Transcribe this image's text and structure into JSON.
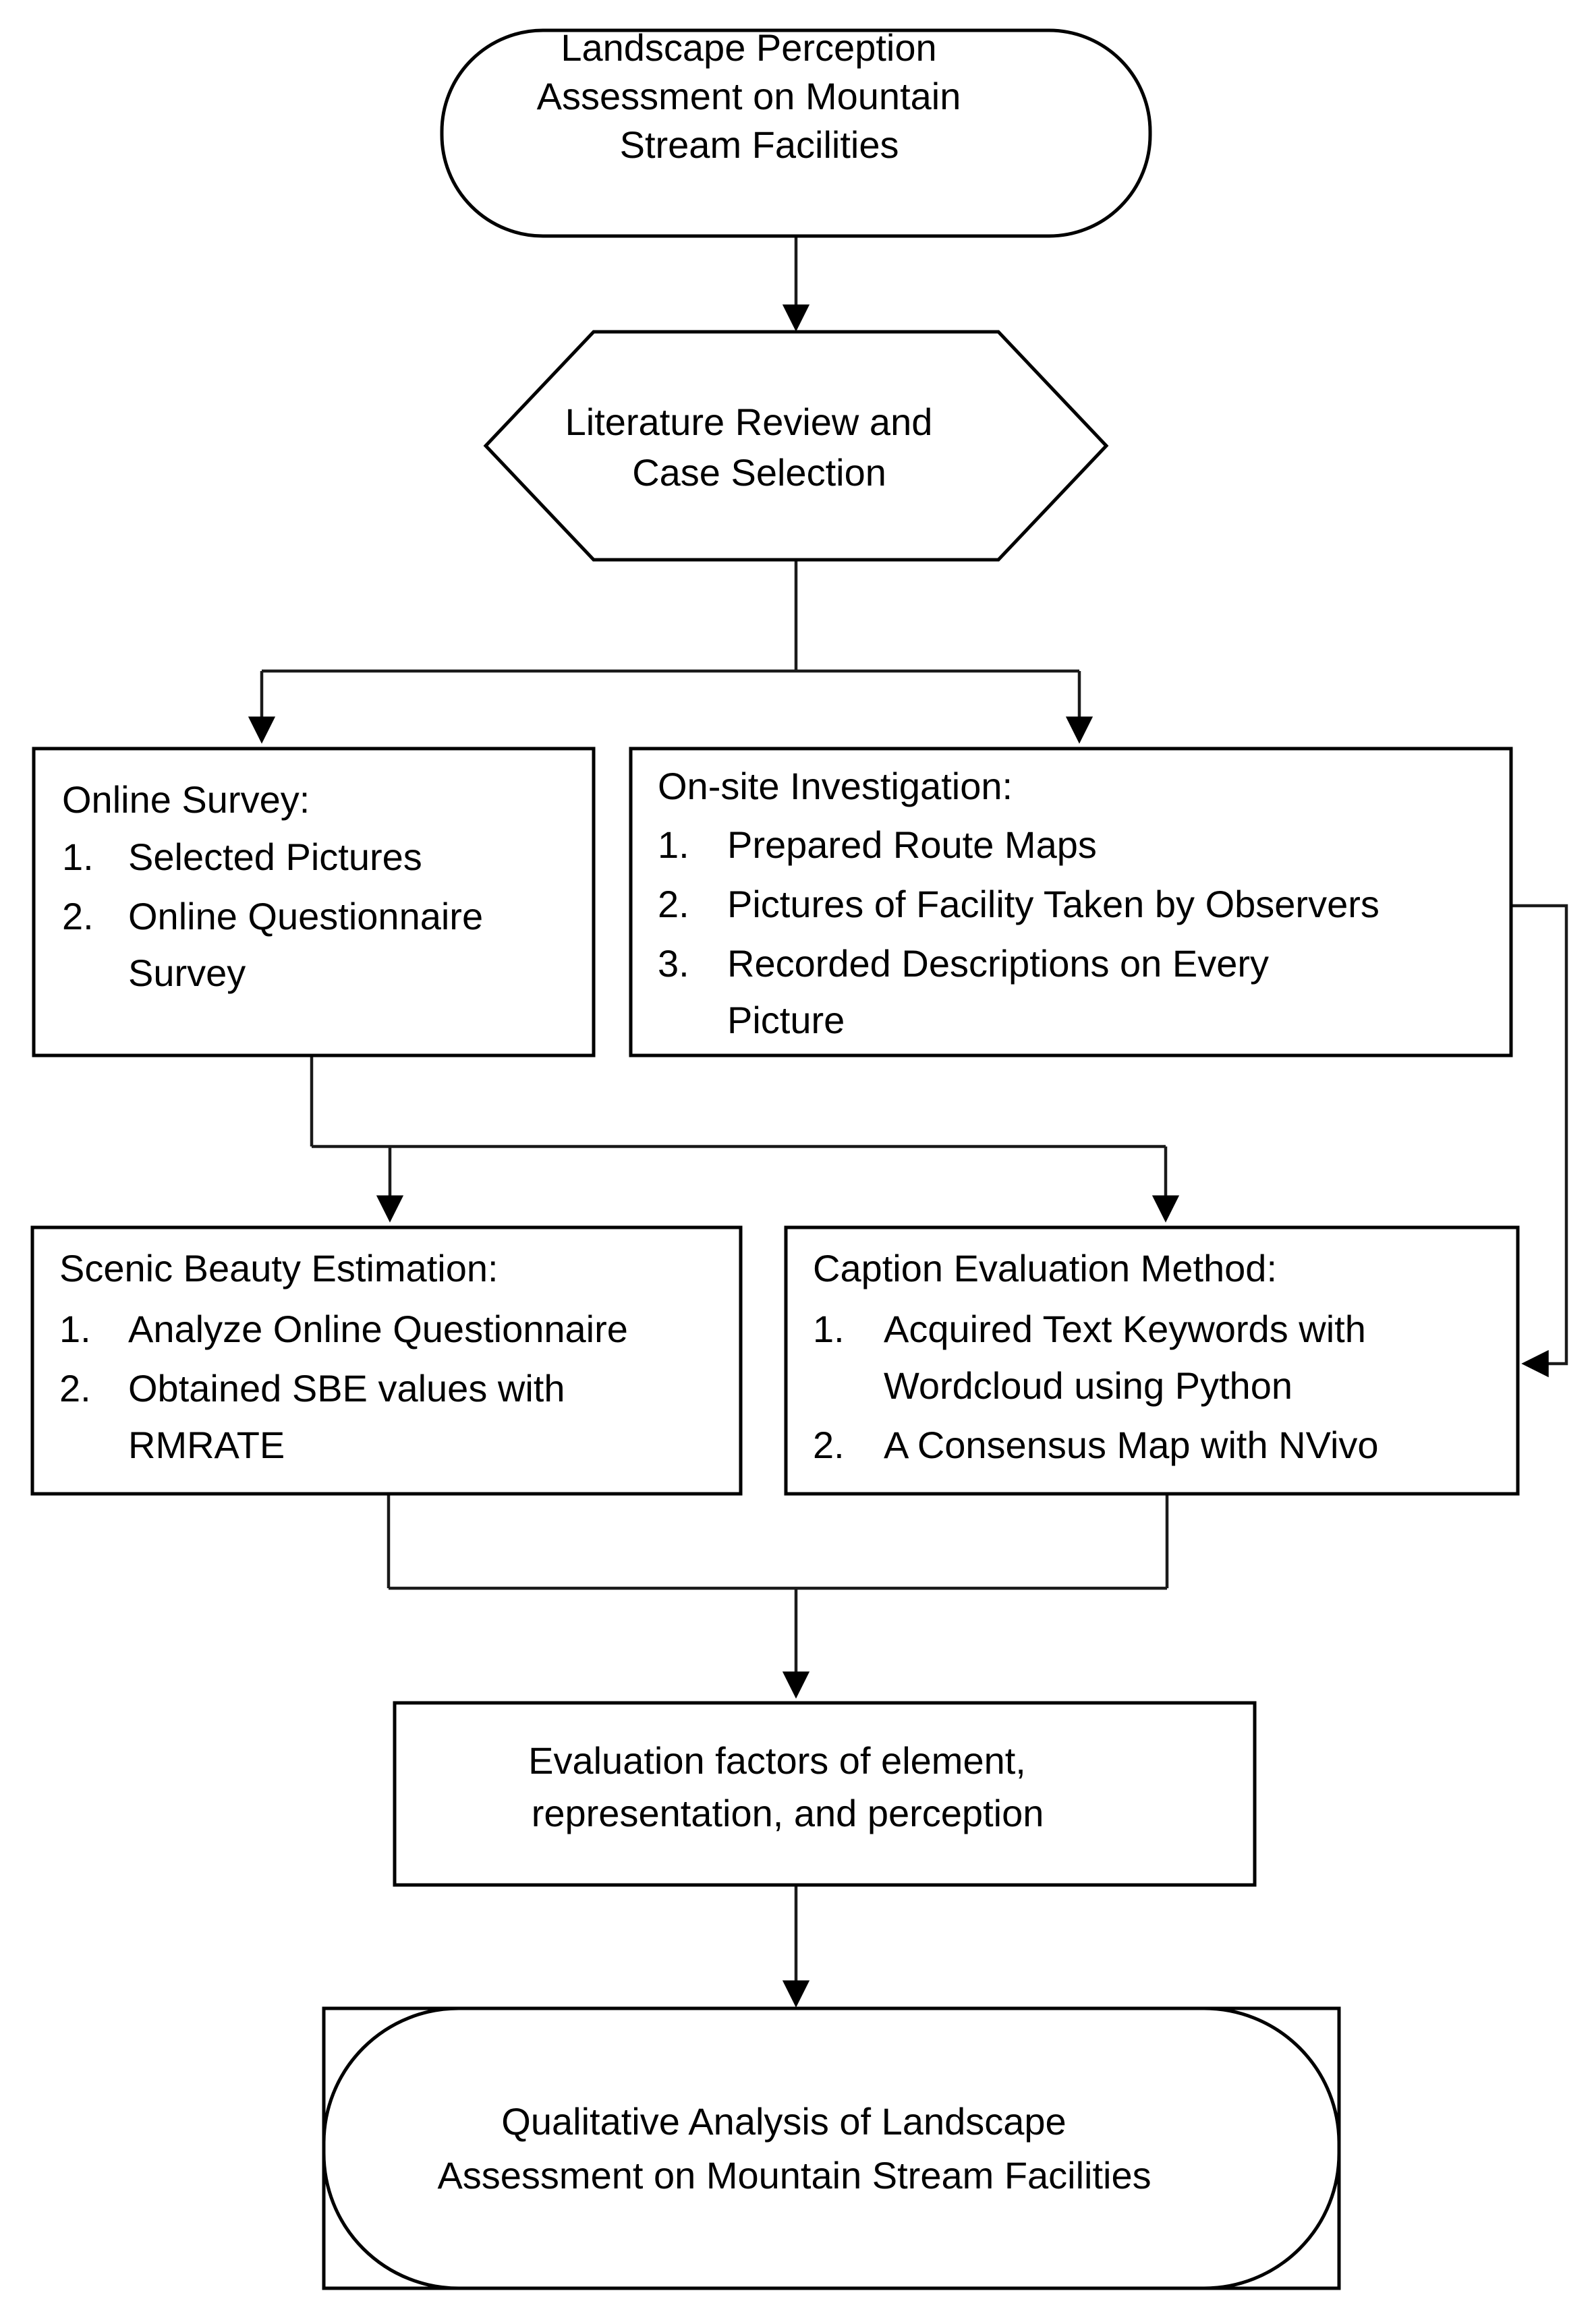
{
  "diagram": {
    "title": "Landscape Perception Assessment Research Framework Flowchart",
    "background_color": "#ffffff",
    "line_color": "#000000",
    "text_color": "#000000",
    "nodes": {
      "start": {
        "shape": "rounded-terminal",
        "lines": [
          "Landscape Perception",
          "Assessment on Mountain",
          "Stream Facilities"
        ]
      },
      "literature": {
        "shape": "hexagon",
        "lines": [
          "Literature Review and",
          "Case Selection"
        ]
      },
      "online_survey": {
        "shape": "rectangle",
        "heading": "Online Survey:",
        "items": [
          {
            "num": "1.",
            "lines": [
              "Selected Pictures"
            ]
          },
          {
            "num": "2.",
            "lines": [
              "Online Questionnaire",
              "Survey"
            ]
          }
        ]
      },
      "onsite": {
        "shape": "rectangle",
        "heading": "On-site Investigation:",
        "items": [
          {
            "num": "1.",
            "lines": [
              "Prepared Route Maps"
            ]
          },
          {
            "num": "2.",
            "lines": [
              "Pictures of Facility Taken by Observers"
            ]
          },
          {
            "num": "3.",
            "lines": [
              "Recorded Descriptions on Every",
              "Picture"
            ]
          }
        ]
      },
      "sbe": {
        "shape": "rectangle",
        "heading": "Scenic Beauty Estimation:",
        "items": [
          {
            "num": "1.",
            "lines": [
              "Analyze Online Questionnaire"
            ]
          },
          {
            "num": "2.",
            "lines": [
              "Obtained SBE values with",
              "RMRATE"
            ]
          }
        ]
      },
      "caption": {
        "shape": "rectangle",
        "heading": "Caption Evaluation Method:",
        "items": [
          {
            "num": "1.",
            "lines": [
              "Acquired Text Keywords with",
              "Wordcloud using Python"
            ]
          },
          {
            "num": "2.",
            "lines": [
              "A Consensus Map with NVivo"
            ]
          }
        ]
      },
      "factors": {
        "shape": "rectangle",
        "lines": [
          "Evaluation factors of element,",
          "representation, and perception"
        ]
      },
      "end": {
        "shape": "rounded-terminal",
        "lines": [
          "Qualitative Analysis of Landscape",
          "Assessment on Mountain Stream Facilities"
        ]
      }
    },
    "edges": [
      {
        "name": "start-to-literature",
        "from": "start",
        "to": "literature",
        "style": "straight-arrow"
      },
      {
        "name": "literature-to-online-survey",
        "from": "literature",
        "to": "online_survey",
        "style": "split-elbow-arrow"
      },
      {
        "name": "literature-to-onsite",
        "from": "literature",
        "to": "onsite",
        "style": "split-elbow-arrow"
      },
      {
        "name": "online-survey-to-sbe",
        "from": "online_survey",
        "to": "sbe",
        "style": "split-elbow-arrow"
      },
      {
        "name": "online-survey-to-caption",
        "from": "online_survey",
        "to": "caption",
        "style": "split-elbow-arrow"
      },
      {
        "name": "onsite-to-caption-loop",
        "from": "onsite",
        "to": "caption",
        "style": "right-side-loop-arrow"
      },
      {
        "name": "sbe-to-factors",
        "from": "sbe",
        "to": "factors",
        "style": "merge-elbow-arrow"
      },
      {
        "name": "caption-to-factors",
        "from": "caption",
        "to": "factors",
        "style": "merge-elbow-arrow"
      },
      {
        "name": "factors-to-end",
        "from": "factors",
        "to": "end",
        "style": "straight-arrow"
      }
    ]
  }
}
